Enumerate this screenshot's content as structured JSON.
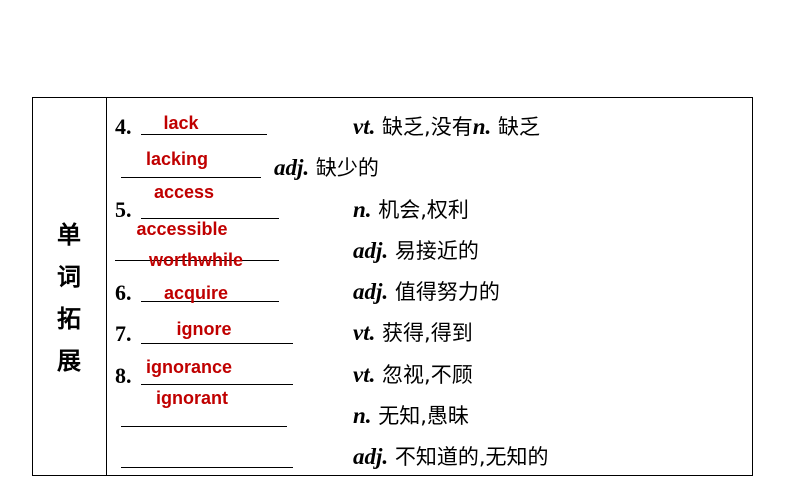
{
  "side_label": [
    "单",
    "词",
    "拓",
    "展"
  ],
  "numbers": {
    "n4": "4.",
    "n5": "5.",
    "n6": "6.",
    "n7": "7.",
    "n8": "8."
  },
  "answers": {
    "lack": "lack",
    "lacking": "lacking",
    "access": "access",
    "accessible": "accessible",
    "worthwhile": "worthwhile",
    "acquire": "acquire",
    "ignore": "ignore",
    "ignorance": "ignorance",
    "ignorant": "ignorant"
  },
  "definitions": {
    "d1": {
      "pos": "vt.",
      "cn": " 缺乏,没有",
      "pos2": "n.",
      "cn2": " 缺乏"
    },
    "d2": {
      "pos": "adj.",
      "cn": " 缺少的"
    },
    "d3": {
      "pos": "n.",
      "cn": " 机会,权利"
    },
    "d4": {
      "pos": "adj.",
      "cn": " 易接近的"
    },
    "d5": {
      "pos": "adj.",
      "cn": " 值得努力的"
    },
    "d6": {
      "pos": "vt.",
      "cn": " 获得,得到"
    },
    "d7": {
      "pos": "vt.",
      "cn": " 忽视,不顾"
    },
    "d8": {
      "pos": "n.",
      "cn": " 无知,愚昧"
    },
    "d9": {
      "pos": "adj.",
      "cn": " 不知道的,无知的"
    }
  },
  "colors": {
    "answer": "#c00000",
    "border": "#000000"
  }
}
